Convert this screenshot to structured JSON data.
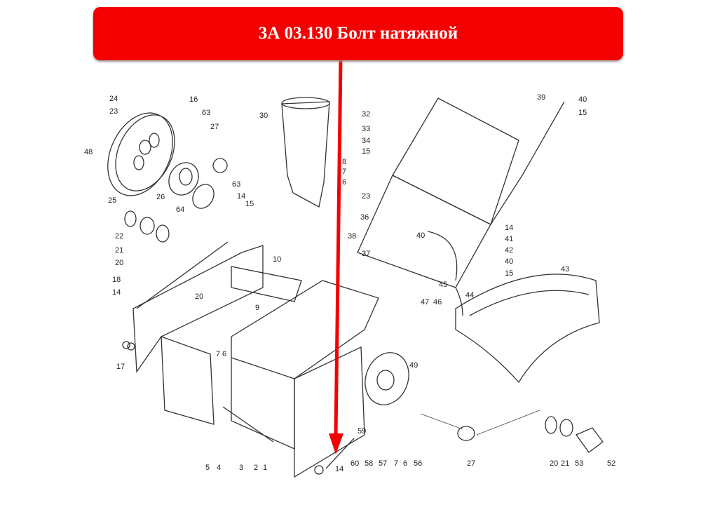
{
  "banner": {
    "title": "3А 03.130 Болт натяжной",
    "color": "#f50000"
  },
  "callouts": [
    "24",
    "23",
    "48",
    "16",
    "63",
    "27",
    "30",
    "25",
    "26",
    "64",
    "63",
    "14",
    "15",
    "22",
    "21",
    "20",
    "18",
    "14",
    "17",
    "20",
    "10",
    "9",
    "7",
    "6",
    "5",
    "4",
    "3",
    "2",
    "1",
    "32",
    "33",
    "34",
    "15",
    "8",
    "7",
    "6",
    "23",
    "36",
    "38",
    "37",
    "40",
    "39",
    "40",
    "15",
    "14",
    "41",
    "42",
    "40",
    "15",
    "43",
    "45",
    "44",
    "47",
    "46",
    "49",
    "59",
    "60",
    "14",
    "58",
    "57",
    "7",
    "6",
    "56",
    "27",
    "20",
    "21",
    "53",
    "52"
  ]
}
